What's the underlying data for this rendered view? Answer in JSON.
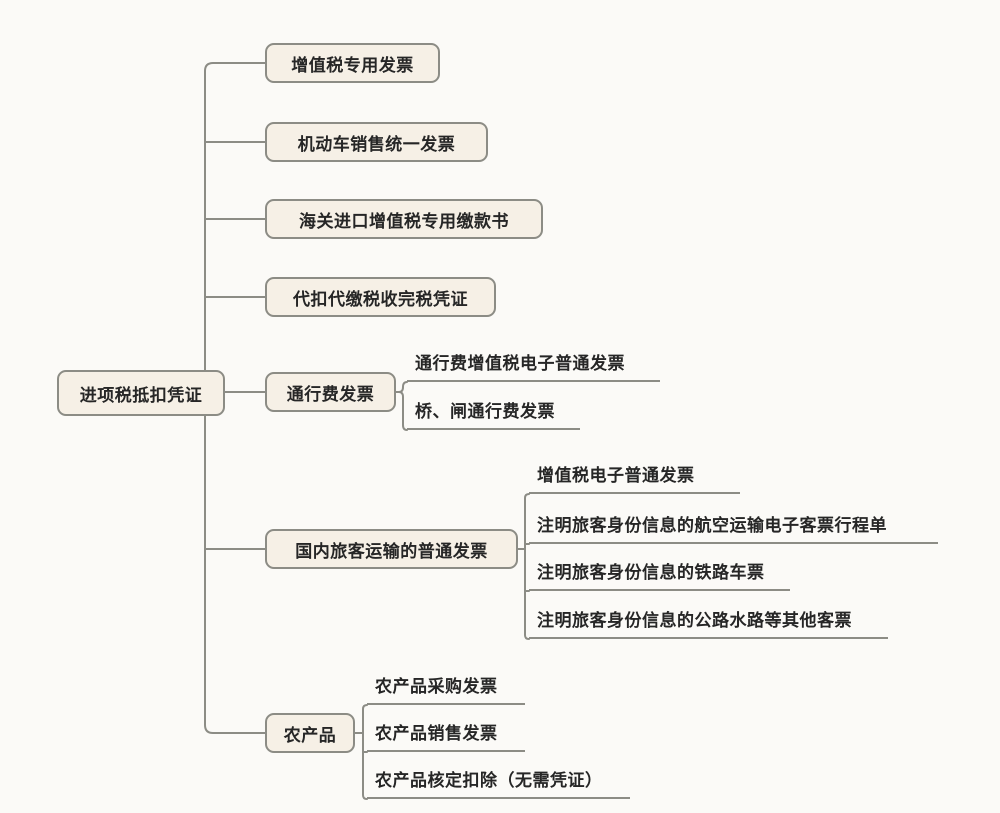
{
  "root": {
    "label": "进项税抵扣凭证"
  },
  "branches": [
    {
      "label": "增值税专用发票",
      "children": []
    },
    {
      "label": "机动车销售统一发票",
      "children": []
    },
    {
      "label": "海关进口增值税专用缴款书",
      "children": []
    },
    {
      "label": "代扣代缴税收完税凭证",
      "children": []
    },
    {
      "label": "通行费发票",
      "children": [
        {
          "label": "通行费增值税电子普通发票"
        },
        {
          "label": "桥、闸通行费发票"
        }
      ]
    },
    {
      "label": "国内旅客运输的普通发票",
      "children": [
        {
          "label": "增值税电子普通发票"
        },
        {
          "label": "注明旅客身份信息的航空运输电子客票行程单"
        },
        {
          "label": "注明旅客身份信息的铁路车票"
        },
        {
          "label": "注明旅客身份信息的公路水路等其他客票"
        }
      ]
    },
    {
      "label": "农产品",
      "children": [
        {
          "label": "农产品采购发票"
        },
        {
          "label": "农产品销售发票"
        },
        {
          "label": "农产品核定扣除（无需凭证）"
        }
      ]
    }
  ],
  "colors": {
    "background": "#fbfaf7",
    "node_fill": "#f6f0e6",
    "node_border": "#8c8c85",
    "connector": "#8c8c85",
    "text": "#262626"
  }
}
